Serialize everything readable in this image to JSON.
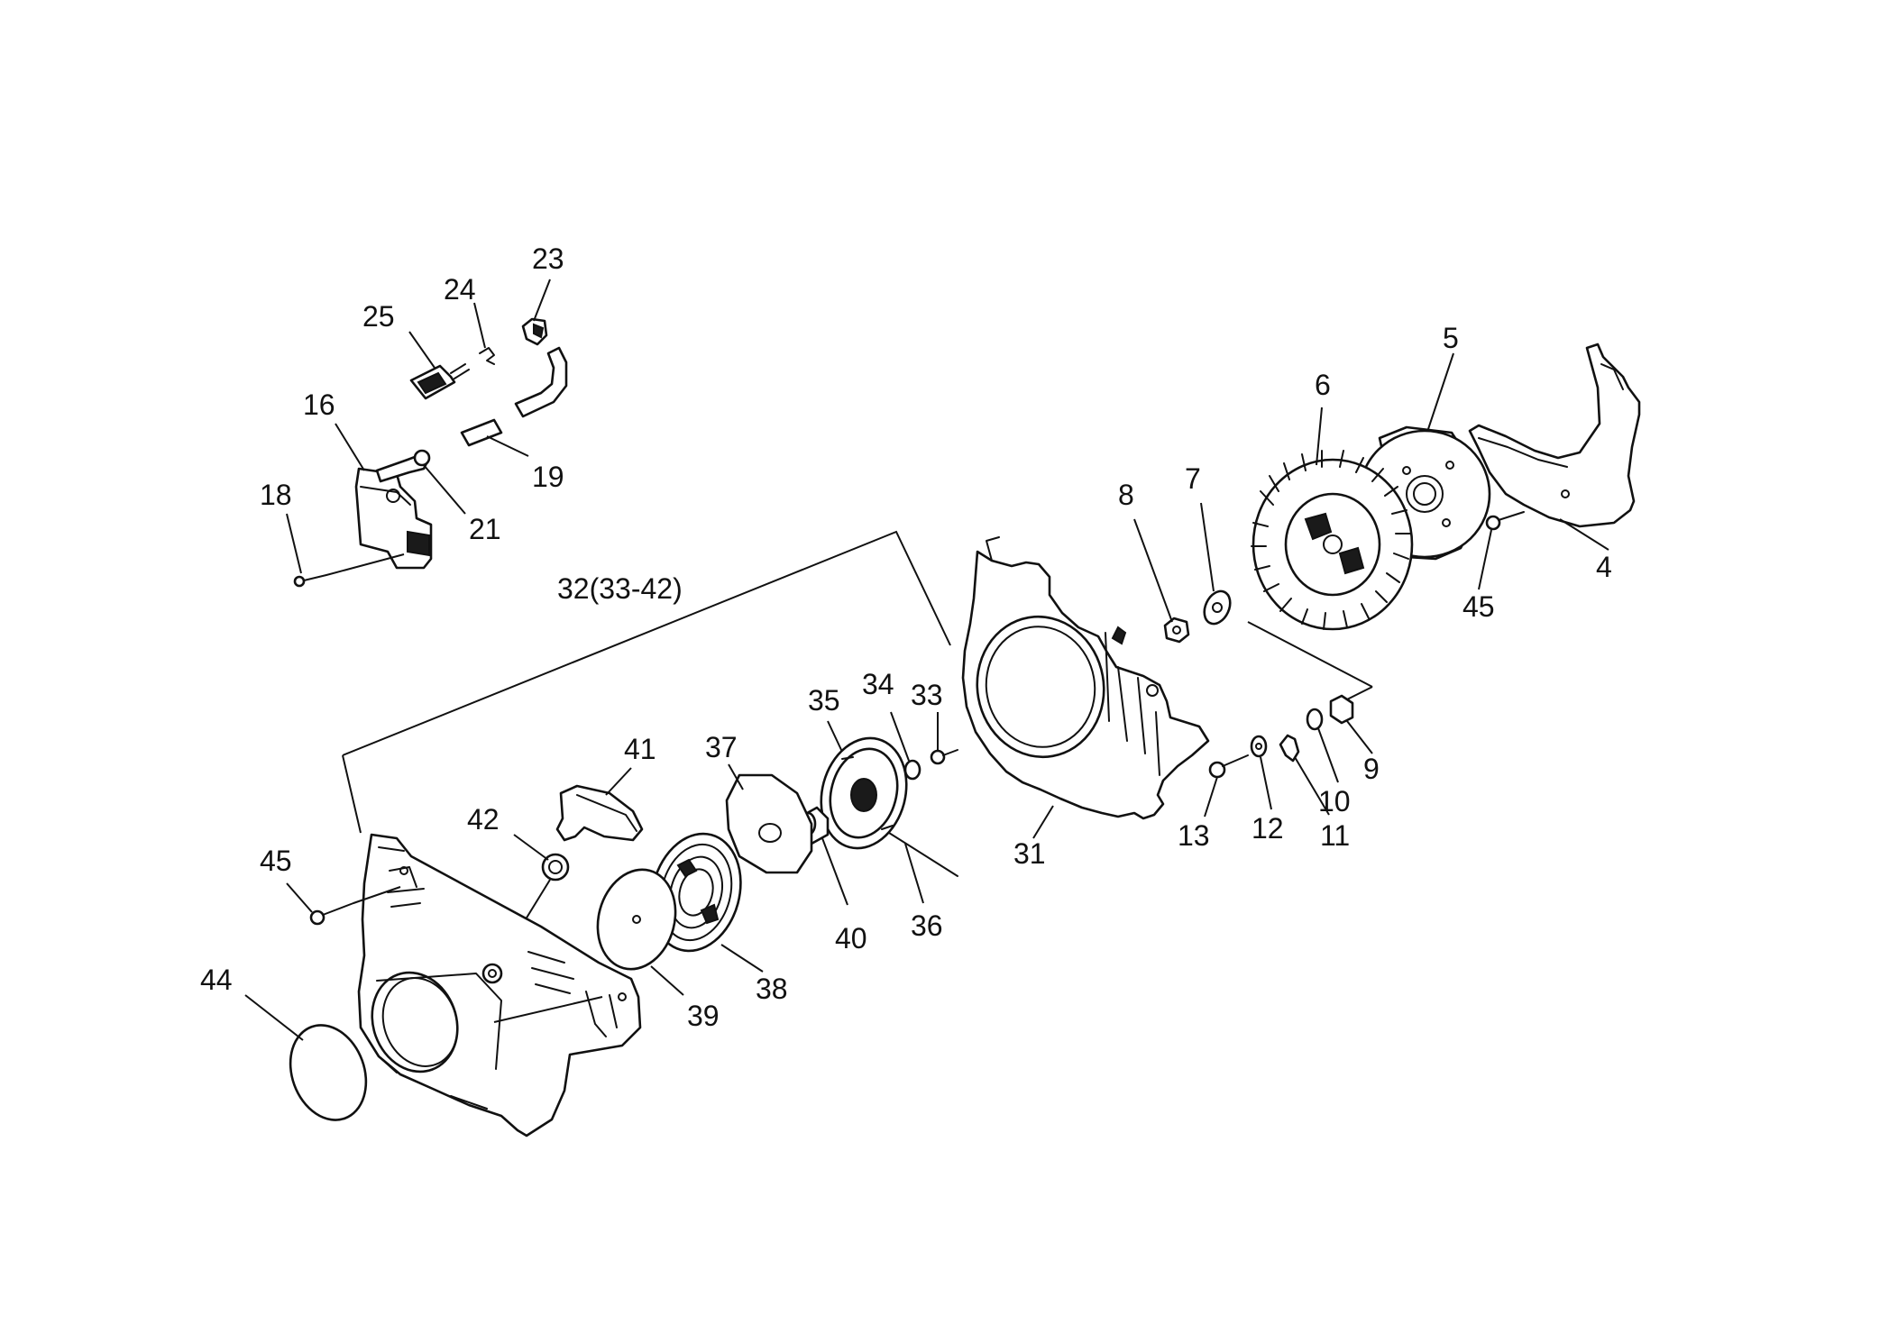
{
  "callouts": {
    "c23": "23",
    "c24": "24",
    "c25": "25",
    "c16": "16",
    "c18": "18",
    "c19": "19",
    "c21": "21",
    "c32": "32(33-42)",
    "c8": "8",
    "c7": "7",
    "c6": "6",
    "c5": "5",
    "c4": "4",
    "c45a": "45",
    "c9": "9",
    "c10": "10",
    "c11": "11",
    "c12": "12",
    "c13": "13",
    "c31": "31",
    "c33": "33",
    "c34": "34",
    "c35": "35",
    "c36": "36",
    "c37": "37",
    "c38": "38",
    "c39": "39",
    "c40": "40",
    "c41": "41",
    "c42": "42",
    "c44": "44",
    "c45b": "45"
  }
}
